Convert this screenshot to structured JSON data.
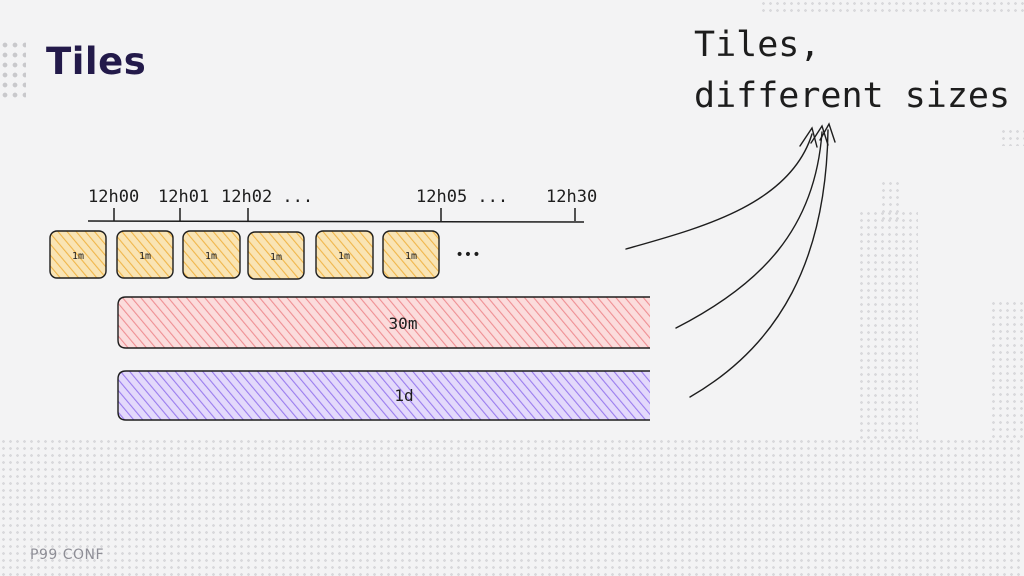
{
  "slide": {
    "title": "Tiles",
    "footer": "P99 CONF"
  },
  "timeline": {
    "labels": [
      "12h00",
      "12h01",
      "12h02 ...",
      "12h05 ...",
      "12h30"
    ]
  },
  "tiles": {
    "minute_labels": [
      "1m",
      "1m",
      "1m",
      "1m",
      "1m",
      "1m"
    ],
    "continuation": "•••",
    "half_hour_label": "30m",
    "day_label": "1d"
  },
  "annotation": {
    "line1": "Tiles,",
    "line2": "different sizes"
  },
  "colors": {
    "title": "#231a4a",
    "minute_fill": "#f5c76a",
    "half_hour_fill": "#f2a3a6",
    "day_fill": "#a98df2",
    "stroke": "#1d1d1d"
  }
}
